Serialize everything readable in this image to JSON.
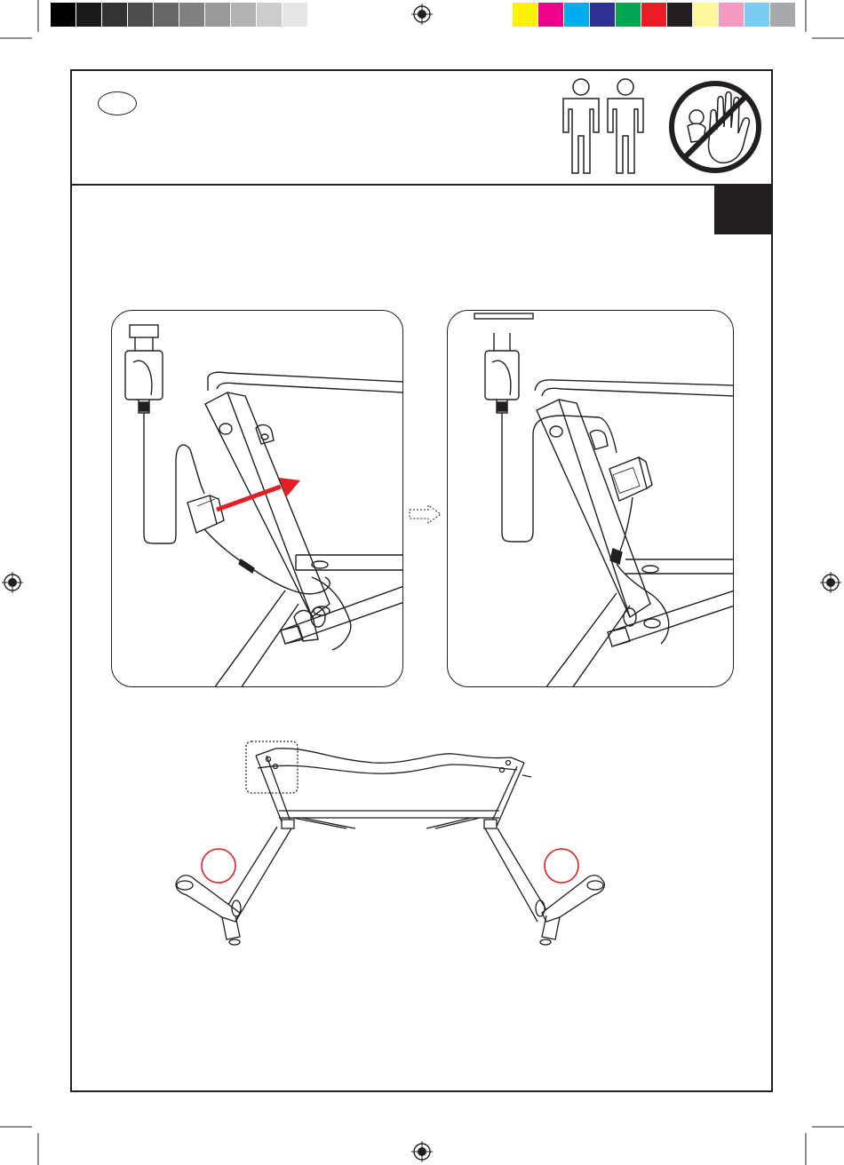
{
  "print_marks": {
    "grayscale_swatches": [
      "#000000",
      "#1a1a1a",
      "#333333",
      "#4d4d4d",
      "#666666",
      "#808080",
      "#999999",
      "#b3b3b3",
      "#cccccc",
      "#e6e6e6",
      "#ffffff"
    ],
    "process_swatches": [
      "#fff200",
      "#ec008c",
      "#00aeef",
      "#2e3192",
      "#00a651",
      "#ed1c24",
      "#231f20",
      "#fff799",
      "#f49ac1",
      "#7accf4",
      "#a7a9ac"
    ]
  },
  "header": {
    "language_badge_text": "",
    "persons_required": 2,
    "icons": [
      "person-icon",
      "person-icon",
      "no-children-icon"
    ]
  },
  "step": {
    "number_label": ""
  },
  "colors": {
    "line": "#231f20",
    "arrow_red": "#e31e24",
    "callout_red": "#e31e24"
  },
  "figures": {
    "panel_left": "cable-routing-before",
    "panel_right": "cable-routing-after",
    "overview": "desk-frame-overview"
  }
}
